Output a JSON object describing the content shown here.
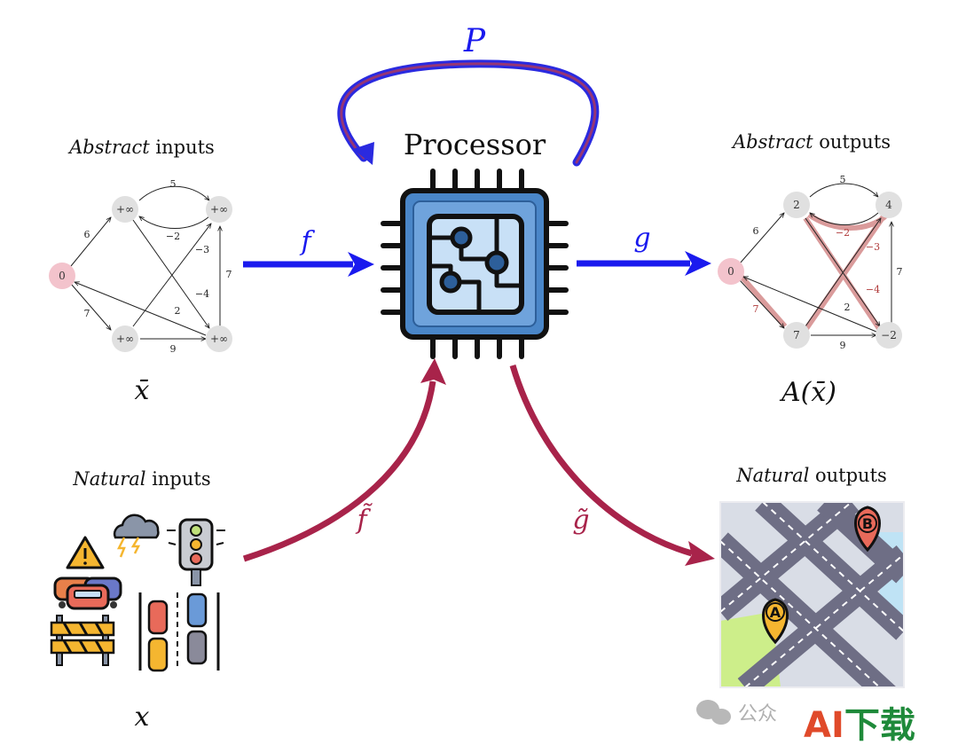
{
  "processor": {
    "title": "Processor"
  },
  "arrows": {
    "p": "P",
    "f": "f",
    "g": "g",
    "f_tilde": "f̃",
    "g_tilde": "g̃"
  },
  "abstract_inputs": {
    "title_emph": "Abstract",
    "title_rest": " inputs",
    "var": "x̄",
    "nodes": [
      "0",
      "+∞",
      "+∞",
      "+∞",
      "+∞"
    ],
    "edges": [
      "5",
      "−2",
      "6",
      "−3",
      "7",
      "−4",
      "2",
      "7",
      "9"
    ]
  },
  "abstract_outputs": {
    "title_emph": "Abstract",
    "title_rest": " outputs",
    "var": "A(x̄)",
    "nodes": [
      "0",
      "2",
      "4",
      "7",
      "−2"
    ],
    "edges": [
      "5",
      "−2",
      "6",
      "−3",
      "7",
      "−4",
      "2",
      "7",
      "9"
    ]
  },
  "natural_inputs": {
    "title_emph": "Natural",
    "title_rest": " inputs",
    "var": "x"
  },
  "natural_outputs": {
    "title_emph": "Natural",
    "title_rest": " outputs",
    "pins": [
      "A",
      "B"
    ]
  },
  "watermark": {
    "text": "公众",
    "brand_a": "AI",
    "brand_rest": "下载"
  },
  "colors": {
    "blue": "#1a1aee",
    "crimson": "#a8234a",
    "chip": "#4a86c8",
    "highlight": "#d48a8a"
  }
}
